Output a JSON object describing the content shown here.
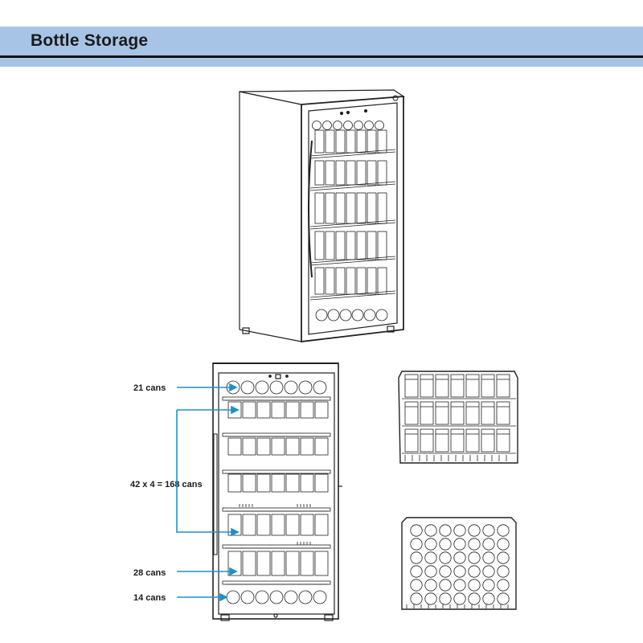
{
  "header": {
    "title": "Bottle Storage"
  },
  "annotations": [
    {
      "id": "top",
      "text": "21 cans"
    },
    {
      "id": "middle",
      "text": "42 x 4 = 168 cans"
    },
    {
      "id": "lower",
      "text": "28 cans"
    },
    {
      "id": "bottom",
      "text": "14 cans"
    }
  ],
  "colors": {
    "header_band": "#a7c4e6",
    "rule": "#111111",
    "arrow": "#1e90c8"
  }
}
